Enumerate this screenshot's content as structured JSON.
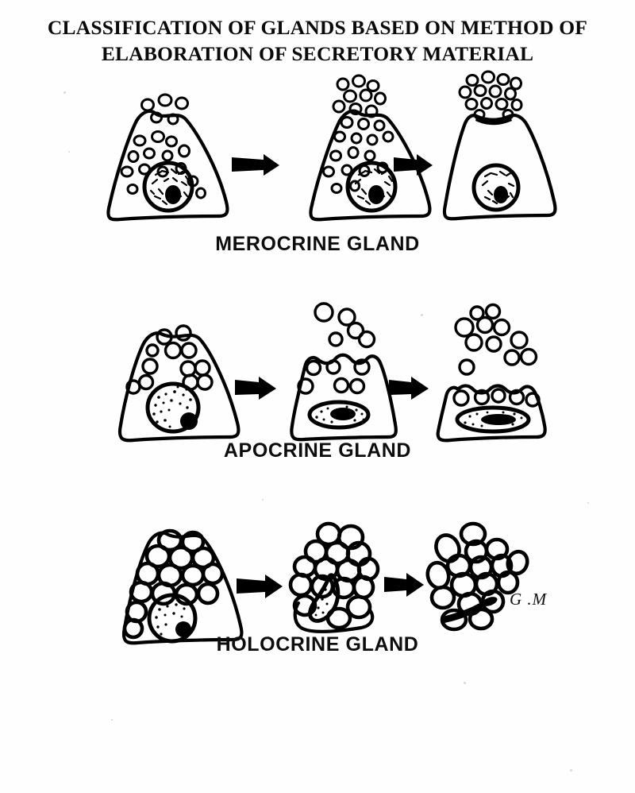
{
  "document": {
    "title_line_1": "CLASSIFICATION OF GLANDS BASED ON METHOD OF",
    "title_line_2": "ELABORATION OF SECRETORY MATERIAL",
    "signature": "G .M",
    "background_color": "#ffffff",
    "ink_color": "#000000"
  },
  "diagram": {
    "type": "scientific-illustration",
    "subject": "Classification of exocrine glands by secretion mechanism",
    "row_count": 3,
    "stages_per_row": 3,
    "rows": [
      {
        "id": "merocrine",
        "label": "MEROCRINE GLAND",
        "label_y": 293,
        "stages": [
          {
            "index": 1,
            "caption": "Secretory cell filled with small vesicles, intact nucleus",
            "cell_intact": true,
            "vesicle_size": "small",
            "vesicle_count_internal": 14,
            "vesicle_count_released": 5,
            "nucleus": "round, coarse chromatin, dark nucleolus"
          },
          {
            "index": 2,
            "caption": "Vesicles exit apex by exocytosis, cell remains intact",
            "cell_intact": true,
            "vesicle_size": "small",
            "vesicle_count_internal": 9,
            "vesicle_count_released": 16,
            "nucleus": "round, coarse chromatin, dark nucleolus"
          },
          {
            "index": 3,
            "caption": "Cell emptied, apical membrane intact, secretion dispersed",
            "cell_intact": true,
            "vesicle_size": "small",
            "vesicle_count_internal": 0,
            "vesicle_count_released": 14,
            "nucleus": "round, coarse chromatin, dark nucleolus"
          }
        ]
      },
      {
        "id": "apocrine",
        "label": "APOCRINE GLAND",
        "label_y": 553,
        "stages": [
          {
            "index": 1,
            "caption": "Tall cell with large apical vesicles, round speckled nucleus",
            "cell_intact": true,
            "vesicle_size": "large",
            "vesicle_count_internal": 12,
            "vesicle_count_released": 0,
            "nucleus": "round, stippled, large round nucleolus"
          },
          {
            "index": 2,
            "caption": "Apical cytoplasm pinches off with the vesicles",
            "cell_intact": false,
            "vesicle_size": "large",
            "vesicle_count_internal": 6,
            "vesicle_count_released": 5,
            "nucleus": "flattening, stippled, elongated nucleolus"
          },
          {
            "index": 3,
            "caption": "Cell shortened after losing apex; nucleus flattened",
            "cell_intact": false,
            "vesicle_size": "large",
            "vesicle_count_internal": 5,
            "vesicle_count_released": 11,
            "nucleus": "flattened ellipse, stippled, elongated nucleolus"
          }
        ]
      },
      {
        "id": "holocrine",
        "label": "HOLOCRINE GLAND",
        "label_y": 797,
        "stages": [
          {
            "index": 1,
            "caption": "Cell packed with large lipid droplets, nucleus intact",
            "cell_intact": true,
            "vesicle_size": "very large",
            "vesicle_count_internal": 15,
            "vesicle_count_released": 0,
            "nucleus": "round, stippled, dark nucleolus"
          },
          {
            "index": 2,
            "caption": "Cell membrane breaking down, nucleus degenerating",
            "cell_intact": false,
            "vesicle_size": "very large",
            "vesicle_count_internal": 16,
            "vesicle_count_released": 0,
            "nucleus": "crescent, pyknotic and degenerating"
          },
          {
            "index": 3,
            "caption": "Entire cell disintegrates to become the secretion",
            "cell_intact": false,
            "vesicle_size": "very large",
            "vesicle_count_internal": 17,
            "vesicle_count_released": 0,
            "nucleus": "fragmented dark remnant"
          }
        ]
      }
    ],
    "arrows": [
      {
        "row": "merocrine",
        "from_stage": 1,
        "to_stage": 2,
        "direction": "right"
      },
      {
        "row": "merocrine",
        "from_stage": 2,
        "to_stage": 3,
        "direction": "right"
      },
      {
        "row": "apocrine",
        "from_stage": 1,
        "to_stage": 2,
        "direction": "right"
      },
      {
        "row": "apocrine",
        "from_stage": 2,
        "to_stage": 3,
        "direction": "right"
      },
      {
        "row": "holocrine",
        "from_stage": 1,
        "to_stage": 2,
        "direction": "right"
      },
      {
        "row": "holocrine",
        "from_stage": 2,
        "to_stage": 3,
        "direction": "right"
      }
    ]
  }
}
